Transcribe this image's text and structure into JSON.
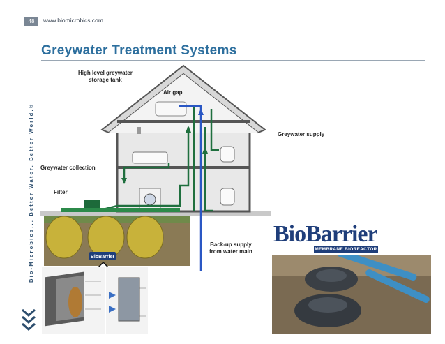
{
  "header": {
    "page_number": "48",
    "site_url": "www.biomicrobics.com"
  },
  "title": "Greywater Treatment Systems",
  "side_tagline": "Bio-Microbics... Better Water. Better World.®",
  "diagram": {
    "labels": {
      "storage_tank_line1": "High level greywater",
      "storage_tank_line2": "storage tank",
      "air_gap": "Air gap",
      "greywater_supply": "Greywater supply",
      "greywater_collection": "Greywater collection",
      "filter": "Filter",
      "backup_line1": "Back-up supply",
      "backup_line2": "from water main"
    },
    "tank_badge": "BioBarrier"
  },
  "logo": {
    "name": "BioBarrier",
    "subtitle": "MEMBRANE BIOREACTOR"
  },
  "colors": {
    "title": "#2d6f9e",
    "green_pipe": "#1f6f3e",
    "blue_pipe": "#2a57c4",
    "logo": "#1f3e7a"
  }
}
